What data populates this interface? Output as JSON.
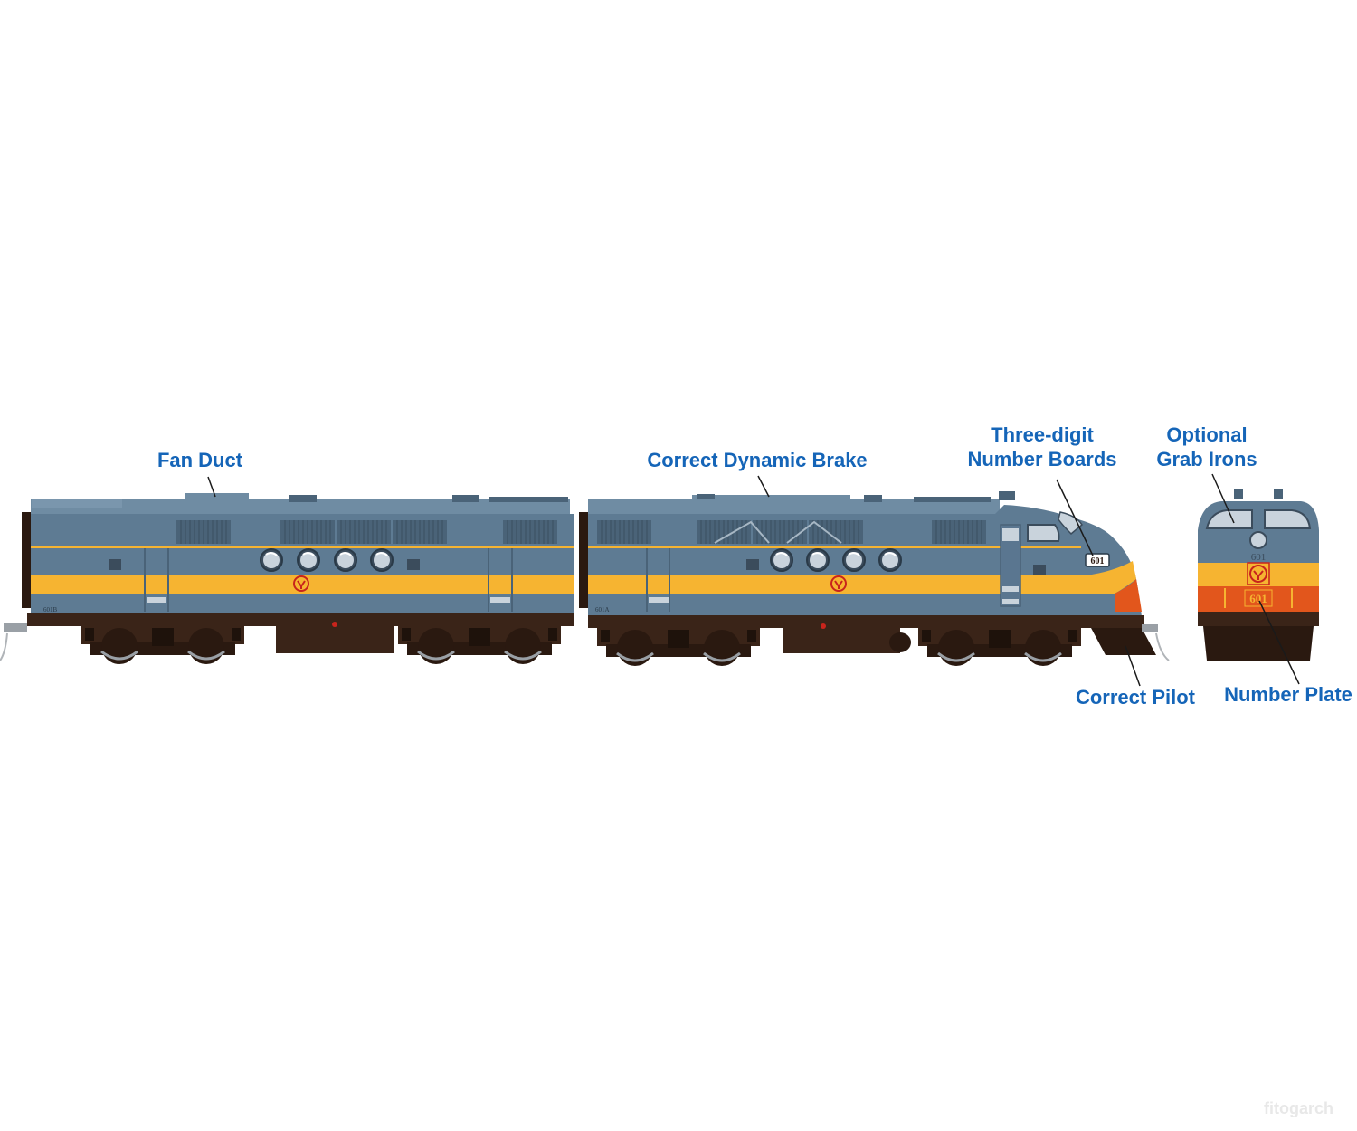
{
  "colors": {
    "body_blue": "#5e7b93",
    "roof_blue": "#6f8ca3",
    "stripe_yellow": "#f6b431",
    "nose_orange": "#e2561c",
    "frame_brown": "#3a2418",
    "callout_blue": "#1565b8",
    "logo_red": "#c8241c"
  },
  "callouts": {
    "fan_duct": "Fan Duct",
    "dynamic_brake": "Correct Dynamic Brake",
    "number_boards": [
      "Three-digit",
      "Number Boards"
    ],
    "grab_irons": [
      "Optional",
      "Grab Irons"
    ],
    "pilot": "Correct Pilot",
    "number_plate": "Number Plate"
  },
  "unit_labels": {
    "b_unit_number": "601B",
    "a_unit_side_number": "601A",
    "number_board": "601",
    "front_number_board": "601",
    "front_number_plate": "601"
  },
  "icons": [
    "railroad-herald-icon"
  ],
  "watermark": "fitogarch"
}
